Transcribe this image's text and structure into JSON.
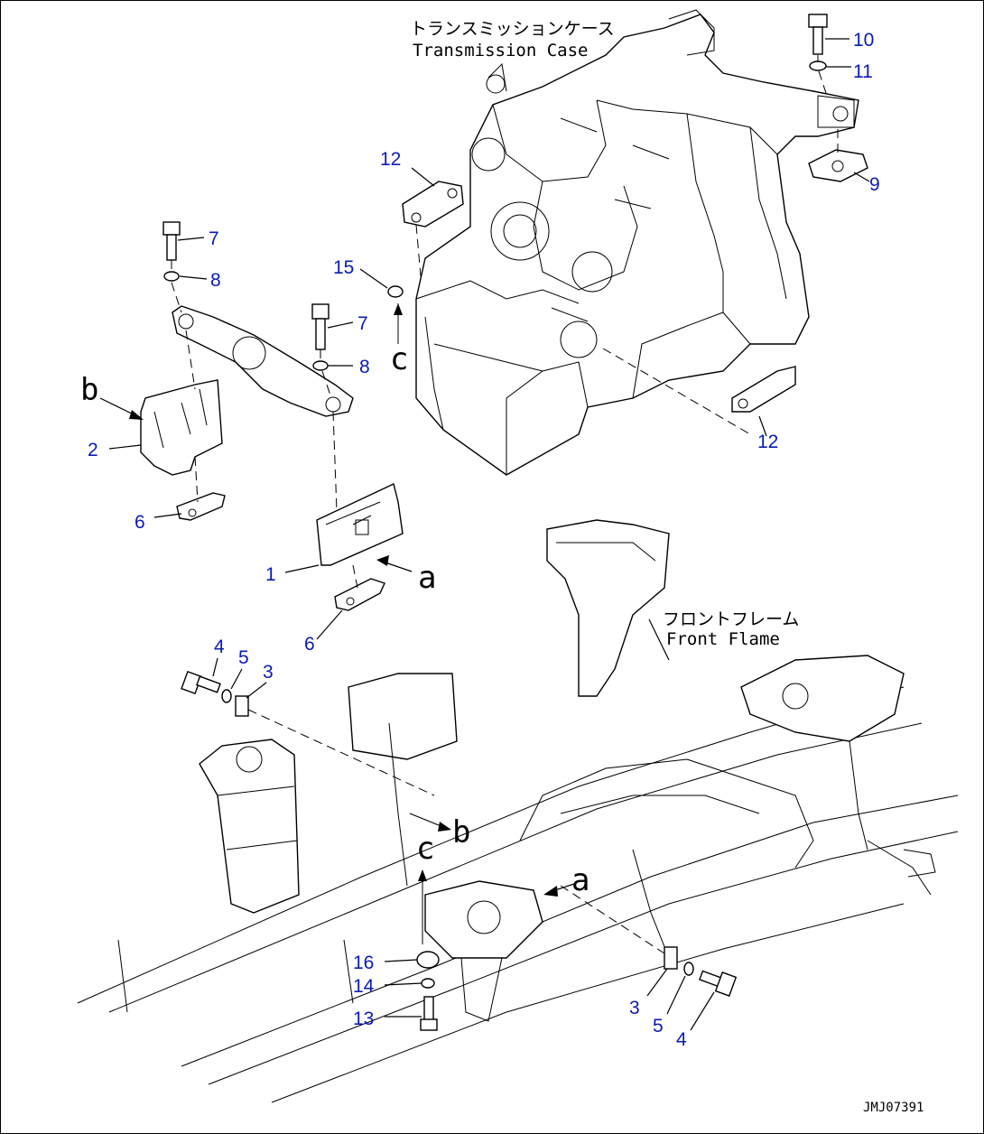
{
  "captions": {
    "transmission_jp": "トランスミッションケース",
    "transmission_en": "Transmission Case",
    "frame_jp": "フロントフレーム",
    "frame_en": "Front Flame"
  },
  "view_letters": {
    "a1": "a",
    "a2": "a",
    "b1": "b",
    "b2": "b",
    "c1": "c",
    "c2": "c"
  },
  "callouts": {
    "c1": "1",
    "c2": "2",
    "c3a": "3",
    "c3b": "3",
    "c4a": "4",
    "c4b": "4",
    "c5a": "5",
    "c5b": "5",
    "c6a": "6",
    "c6b": "6",
    "c7a": "7",
    "c7b": "7",
    "c8a": "8",
    "c8b": "8",
    "c9": "9",
    "c10": "10",
    "c11": "11",
    "c12a": "12",
    "c12b": "12",
    "c13": "13",
    "c14": "14",
    "c15": "15",
    "c16": "16"
  },
  "drawing_code": "JMJ07391",
  "colors": {
    "callout": "#0a1bb5",
    "line": "#000000"
  }
}
